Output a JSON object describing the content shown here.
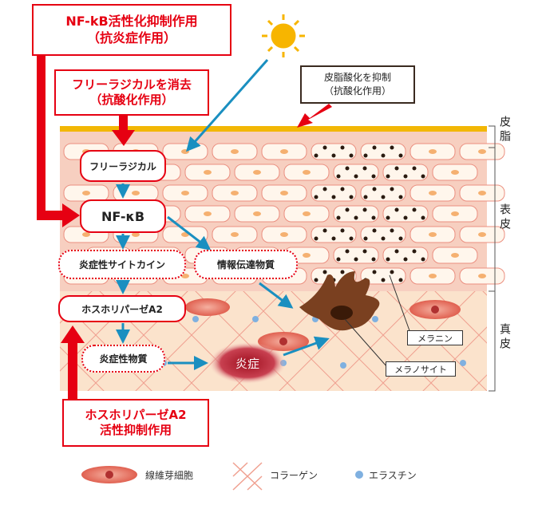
{
  "top_box": {
    "line1": "NF-kB活性化抑制作用",
    "line2": "（抗炎症作用）"
  },
  "radical_box": {
    "line1": "フリーラジカルを消去",
    "line2": "（抗酸化作用）"
  },
  "sebum_box": {
    "line1": "皮脂酸化を抑制",
    "line2": "（抗酸化作用）"
  },
  "bottom_box": {
    "line1": "ホスホリパーゼA2",
    "line2": "活性抑制作用"
  },
  "nodes": {
    "free_radical": "フリーラジカル",
    "nfkb": "NF-κB",
    "cytokine": "炎症性サイトカイン",
    "messenger": "情報伝達物質",
    "pla2": "ホスホリパーゼA2",
    "inflammatory": "炎症性物質",
    "inflammation": "炎症"
  },
  "tags": {
    "melanin": "メラニン",
    "melanocyte": "メラノサイト"
  },
  "layers": {
    "sebum": "皮脂",
    "epidermis": "表皮",
    "dermis": "真皮"
  },
  "legend": {
    "fibroblast": "線維芽細胞",
    "collagen": "コラーゲン",
    "elastin": "エラスチン"
  },
  "colors": {
    "red": "#e60012",
    "blue": "#1a8fc0",
    "skin": "#fbe3cc",
    "yellow": "#f2b705"
  }
}
